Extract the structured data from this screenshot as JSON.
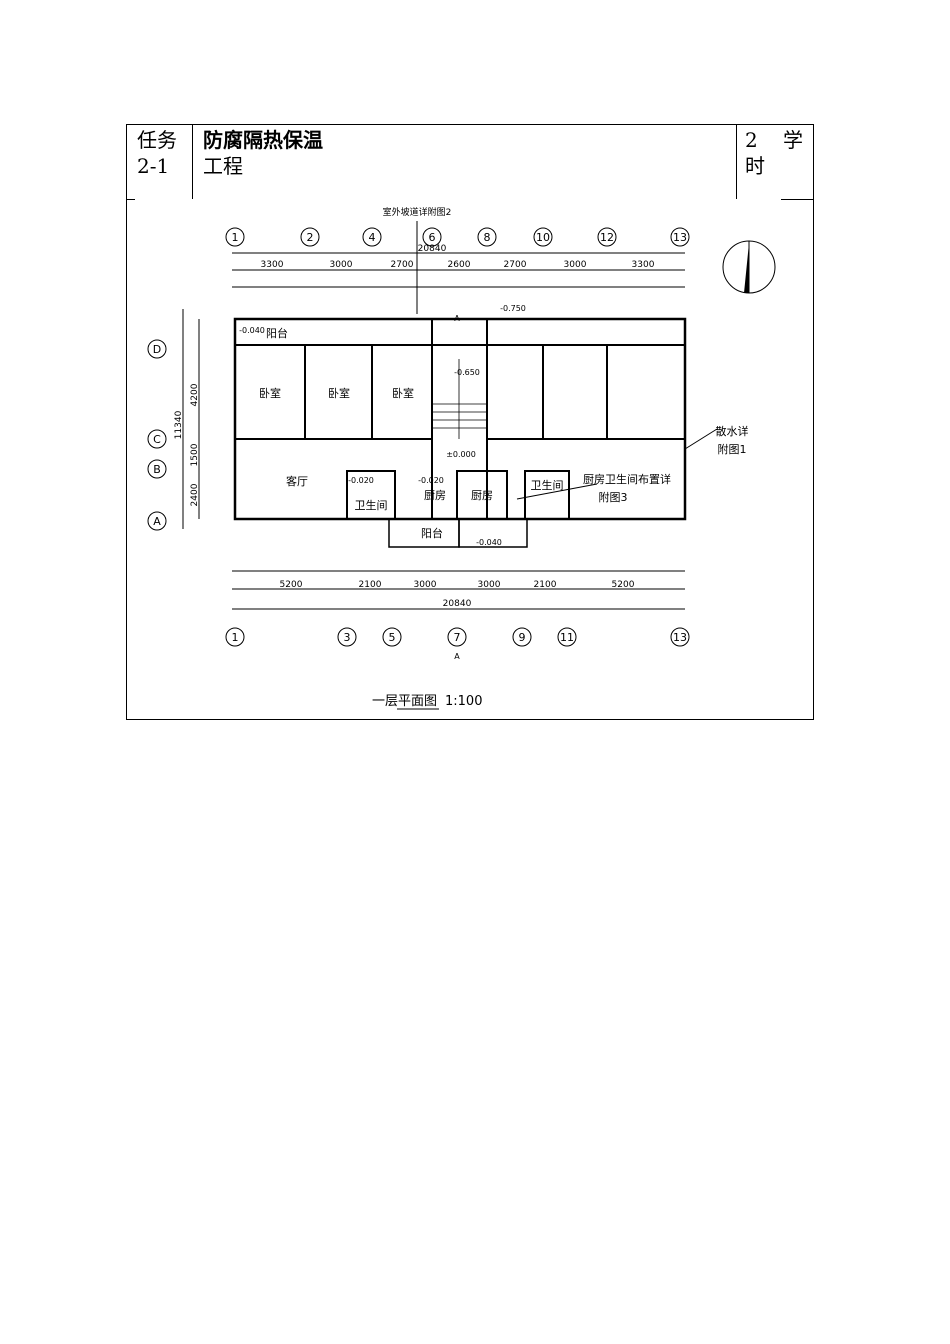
{
  "header": {
    "task_line1": "任务",
    "task_line2": "2-1",
    "title_line1": "防腐隔热保温",
    "title_line2": "工程",
    "hours_num": "2",
    "hours_ch1": "学",
    "hours_ch2": "时"
  },
  "plan": {
    "caption": "一层平面图",
    "scale": "1:100",
    "top_note": "室外坡道详附图2",
    "total_dim": "20840",
    "axis_top": [
      "1",
      "2",
      "4",
      "6",
      "8",
      "10",
      "12",
      "13"
    ],
    "axis_bottom": [
      "1",
      "3",
      "5",
      "7",
      "9",
      "11",
      "13"
    ],
    "axis_left": [
      "D",
      "C",
      "B",
      "A"
    ],
    "dims_top_1": [
      "3300",
      "3000",
      "2700",
      "2600",
      "2700",
      "3000",
      "3300"
    ],
    "dims_bottom_2": [
      "5200",
      "2100",
      "3000",
      "3000",
      "2100",
      "5200"
    ],
    "dims_left": [
      "4200",
      "1500",
      "2400"
    ],
    "dim_left_total": "11340",
    "rooms": [
      "卧室",
      "卧室",
      "卧室",
      "客厅",
      "卫生间",
      "厨房",
      "厨房",
      "卫生间",
      "阳台",
      "阳台"
    ],
    "note_right_1": "散水详",
    "note_right_2": "附图1",
    "note_kitchen_1": "厨房卫生间布置详",
    "note_kitchen_2": "附图3",
    "section_mark": "A",
    "elev_1": "-0.040",
    "elev_2": "-0.650",
    "elev_3": "-0.750",
    "elev_4": "±0.000",
    "elev_5": "-0.020",
    "elev_6": "-0.020",
    "elev_7": "-0.040"
  }
}
